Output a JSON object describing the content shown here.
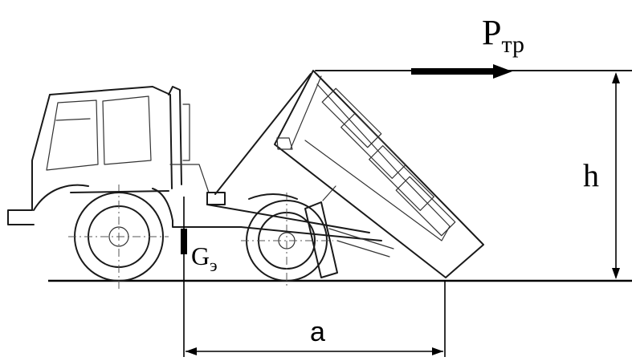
{
  "labels": {
    "force_main": "P",
    "force_sub": "тр",
    "height": "h",
    "weight_main": "G",
    "weight_sub": "э",
    "distance": "a"
  }
}
